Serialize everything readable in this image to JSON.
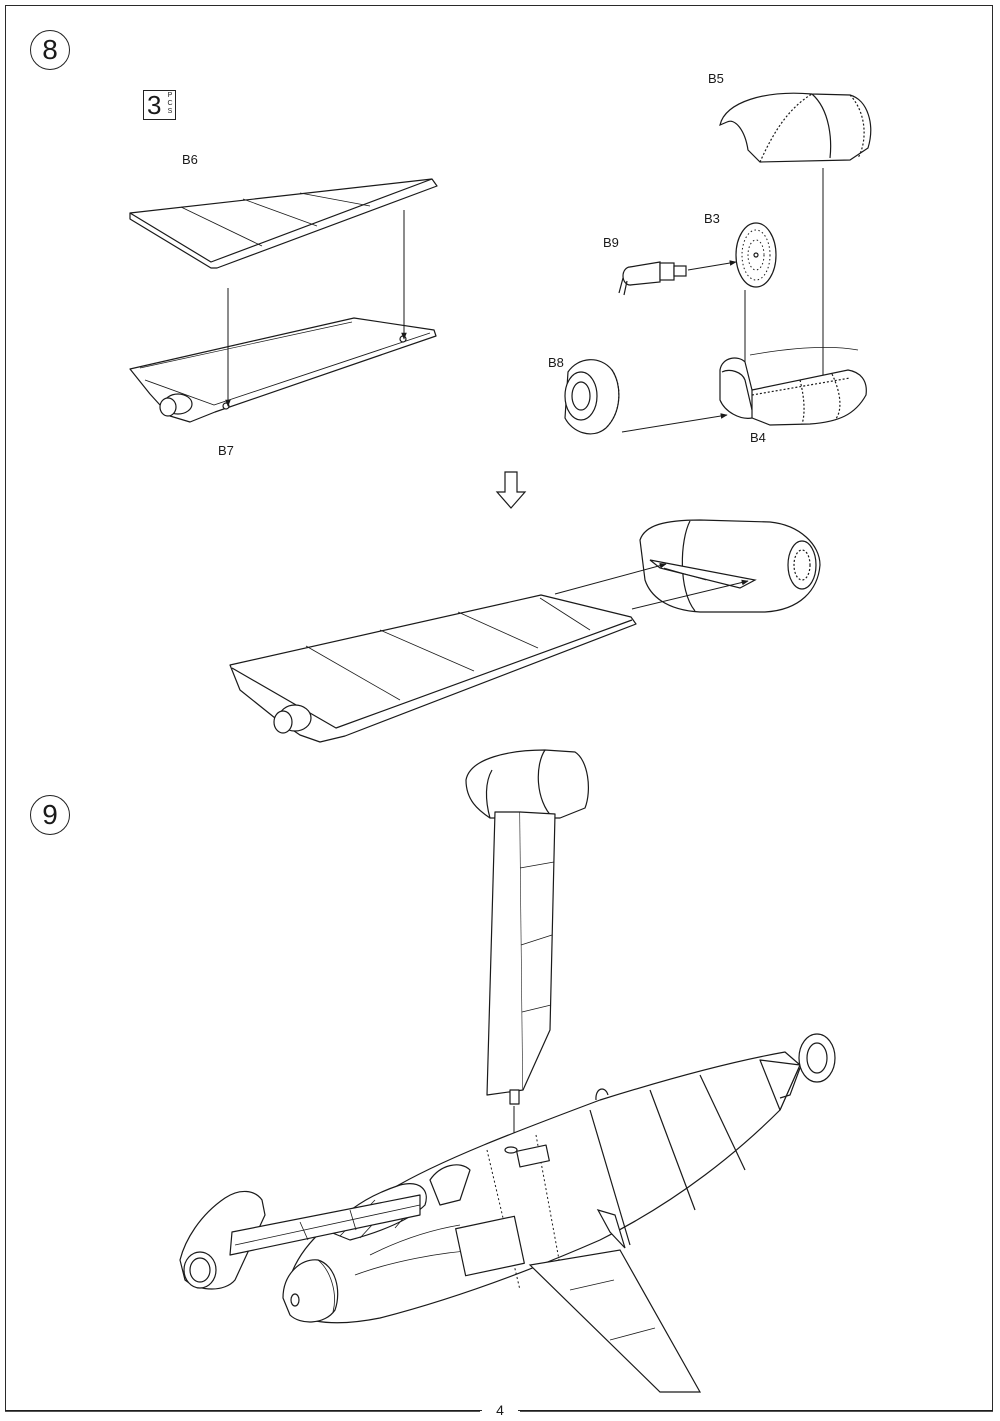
{
  "steps": [
    {
      "number": "8"
    },
    {
      "number": "9"
    }
  ],
  "quantity": {
    "count": "3",
    "unit_letters": [
      "P",
      "C",
      "S"
    ]
  },
  "part_labels": {
    "b3": "B3",
    "b4": "B4",
    "b5": "B5",
    "b6": "B6",
    "b7": "B7",
    "b8": "B8",
    "b9": "B9"
  },
  "page_number": "4",
  "colors": {
    "line": "#1a1a1a",
    "fill": "#ffffff",
    "shade": "#e8e8e8"
  }
}
